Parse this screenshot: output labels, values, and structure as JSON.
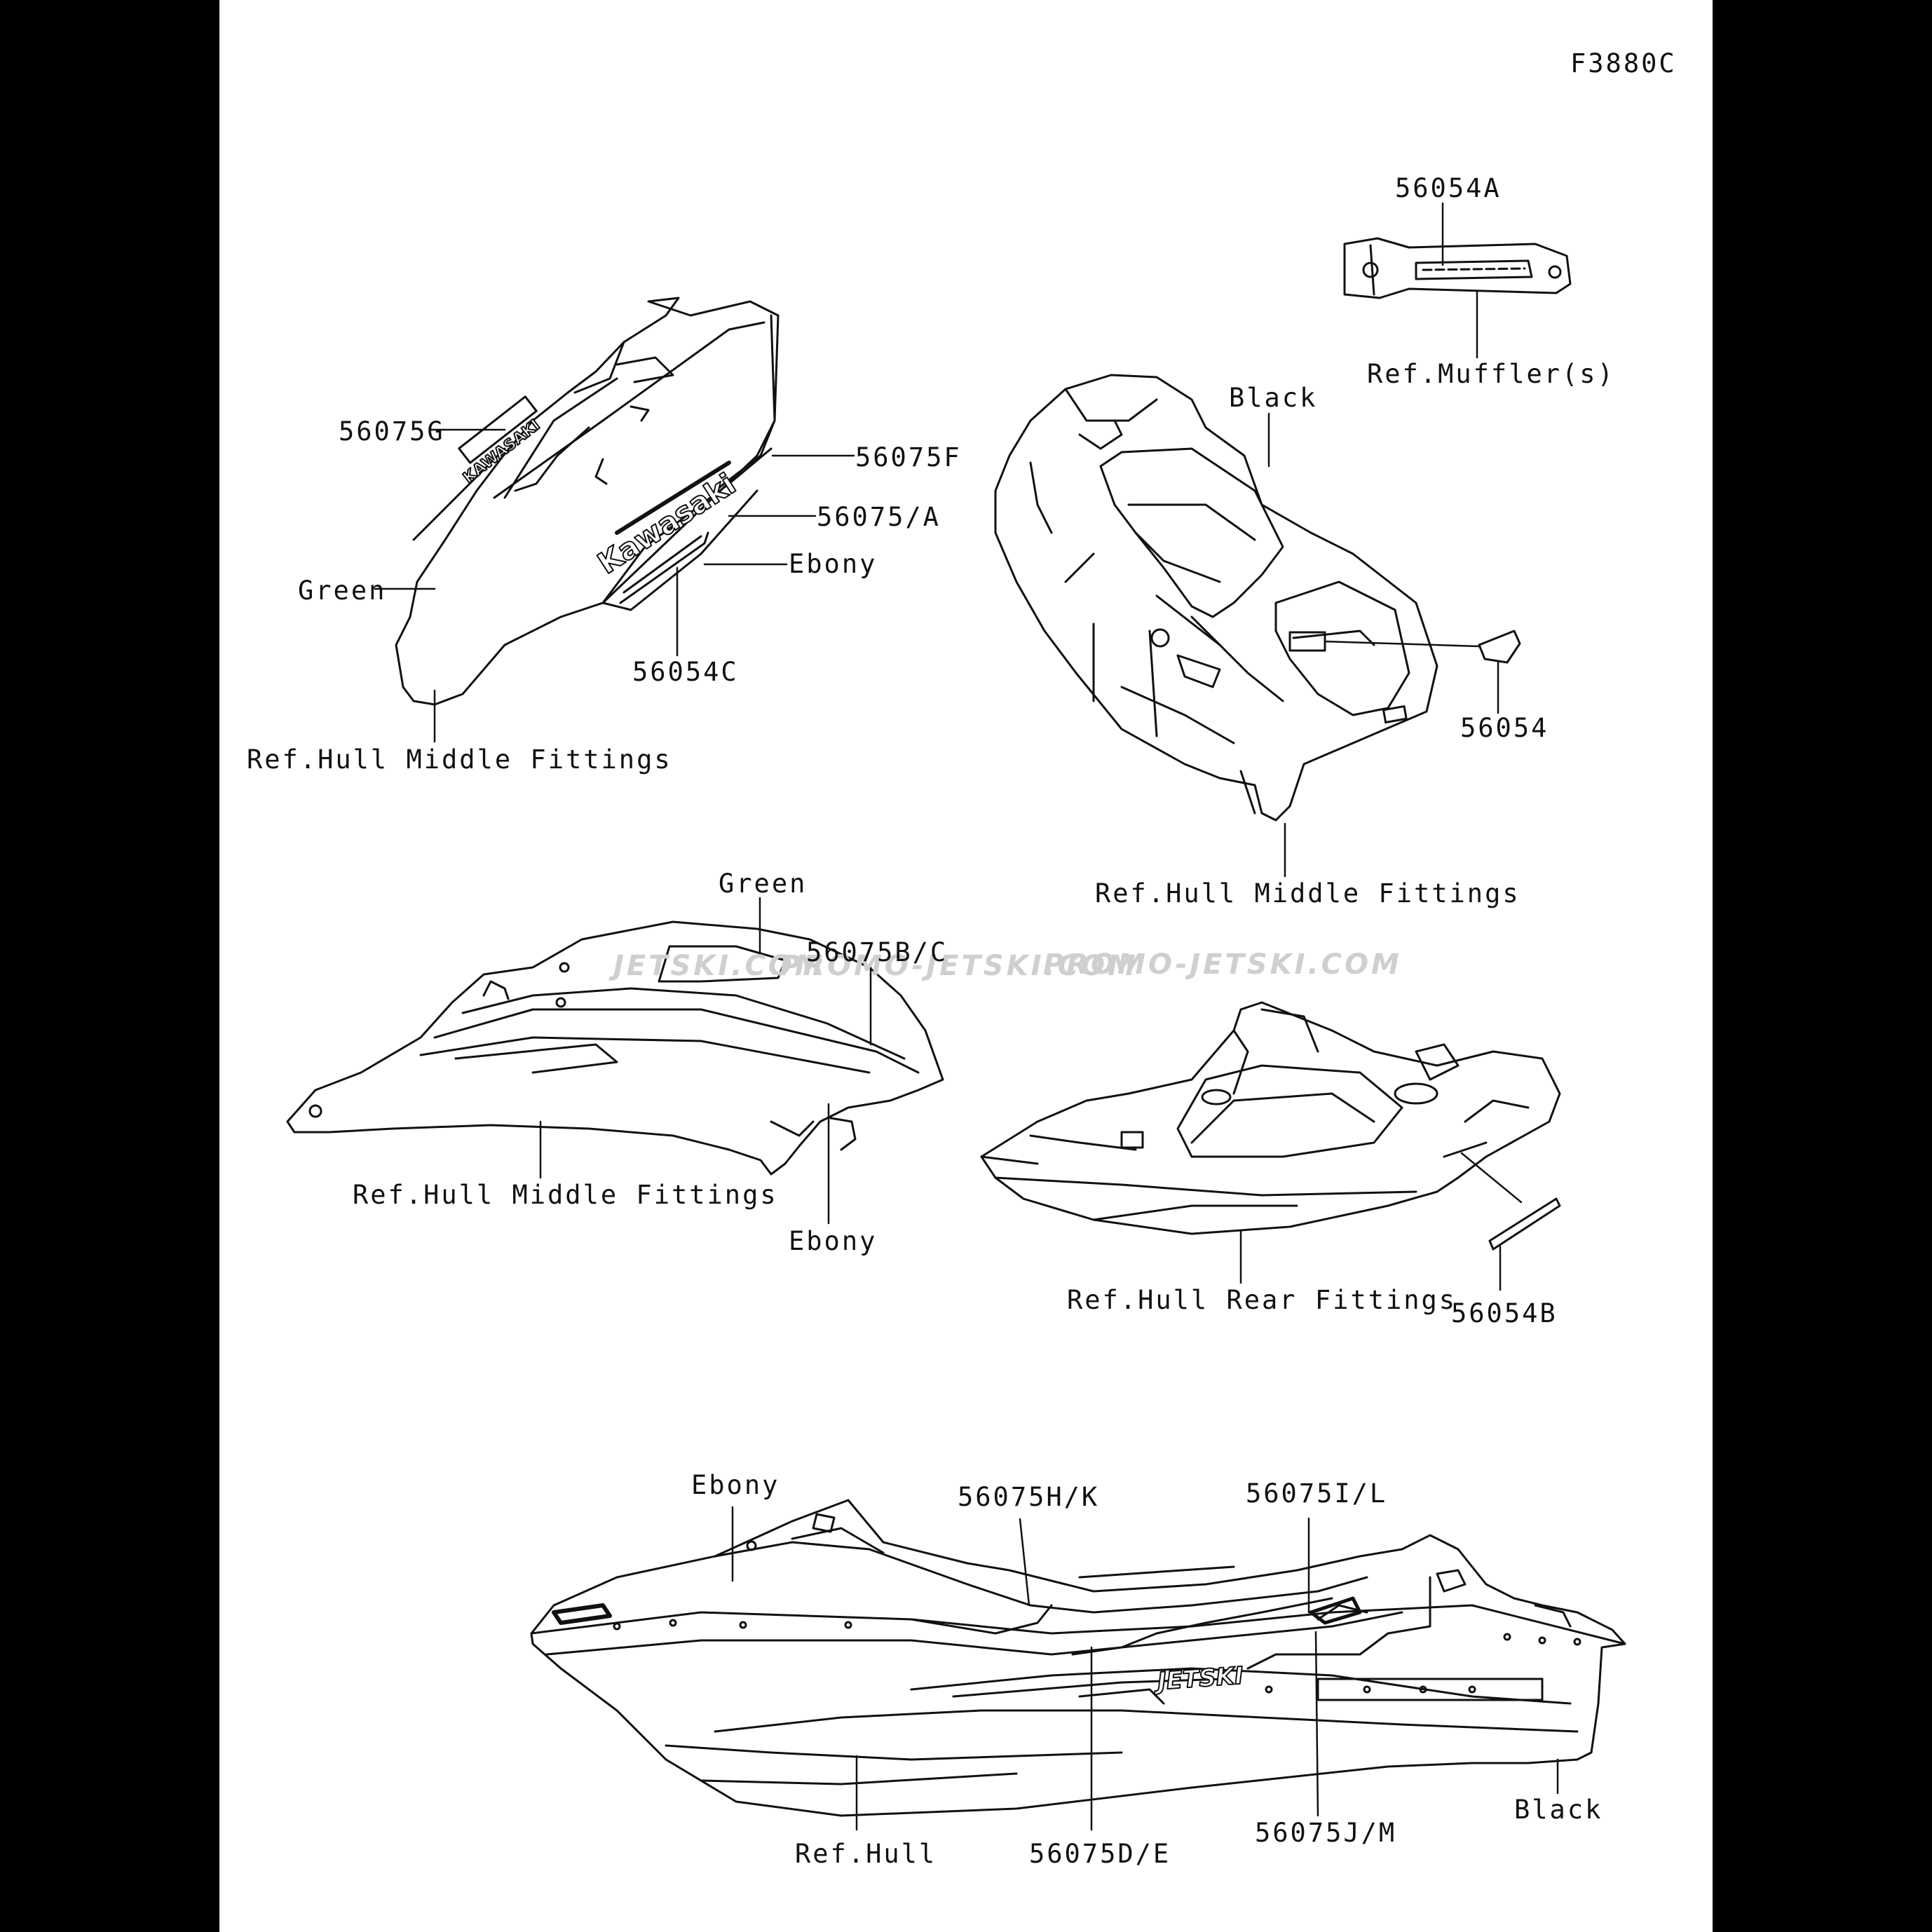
{
  "figure_code": "F3880C",
  "watermarks": [
    "JETSKI.COM",
    "PROMO-JETSKI.COM",
    "PROMO-JETSKI.COM"
  ],
  "logos": {
    "kawasaki": "Kawasaki",
    "jetski": "JETSKI",
    "side_badge": "KAWASAKI"
  },
  "callouts": {
    "part_56054A": "56054A",
    "ref_mufflers": "Ref.Muffler(s)",
    "part_56075G": "56075G",
    "part_56075F": "56075F",
    "part_56075A": "56075/A",
    "color_ebony_1": "Ebony",
    "color_green_1": "Green",
    "part_56054C": "56054C",
    "ref_hull_middle_1": "Ref.Hull Middle Fittings",
    "color_black_1": "Black",
    "part_56054": "56054",
    "ref_hull_middle_2": "Ref.Hull Middle Fittings",
    "color_green_2": "Green",
    "part_56075BC": "56075B/C",
    "ref_hull_middle_3": "Ref.Hull Middle Fittings",
    "color_ebony_2": "Ebony",
    "ref_hull_rear": "Ref.Hull Rear Fittings",
    "part_56054B": "56054B",
    "color_ebony_3": "Ebony",
    "part_56075HK": "56075H/K",
    "part_56075IL": "56075I/L",
    "ref_hull": "Ref.Hull",
    "part_56075DE": "56075D/E",
    "part_56075JM": "56075J/M",
    "color_black_2": "Black"
  }
}
